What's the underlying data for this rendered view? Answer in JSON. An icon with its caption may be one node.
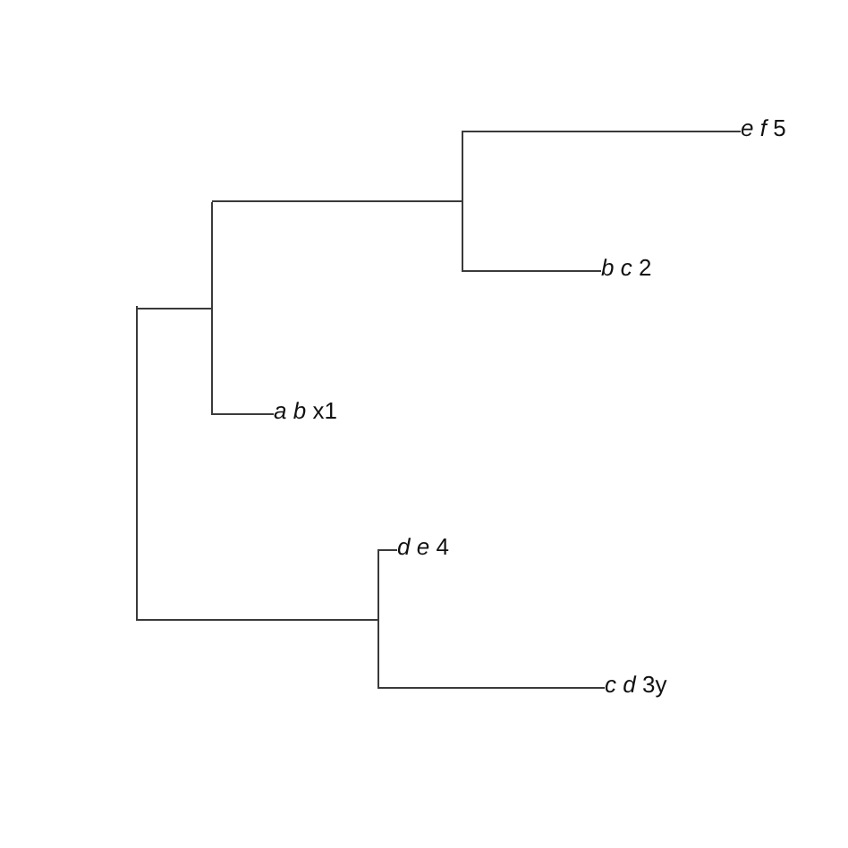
{
  "diagram": {
    "nodes": [
      {
        "text": [],
        "shape": "bar"
      },
      {
        "text": [],
        "shape": "bar"
      },
      {
        "text": [],
        "shape": "bar"
      },
      {
        "text": [
          "*e* *f* 5"
        ]
      },
      {
        "text": [
          "*b* *c* 2"
        ]
      },
      {
        "text": [
          "*a* *b* x1"
        ]
      },
      {
        "text": [],
        "shape": "bar"
      },
      {
        "text": [
          "*d* *e* 4"
        ]
      },
      {
        "text": [
          "*c* *d* 3y"
        ]
      }
    ],
    "edges": [
      {
        "from": 0,
        "to": 1,
        "arrow": "none"
      },
      {
        "from": 1,
        "to": 2,
        "arrow": "none"
      },
      {
        "from": 2,
        "to": 3,
        "arrow": "none"
      },
      {
        "from": 2,
        "to": 4,
        "arrow": "none"
      },
      {
        "from": 1,
        "to": 5,
        "arrow": "none"
      },
      {
        "from": 0,
        "to": 6,
        "arrow": "none"
      },
      {
        "from": 6,
        "to": 7,
        "arrow": "none"
      },
      {
        "from": 6,
        "to": 8,
        "arrow": "none"
      }
    ]
  }
}
